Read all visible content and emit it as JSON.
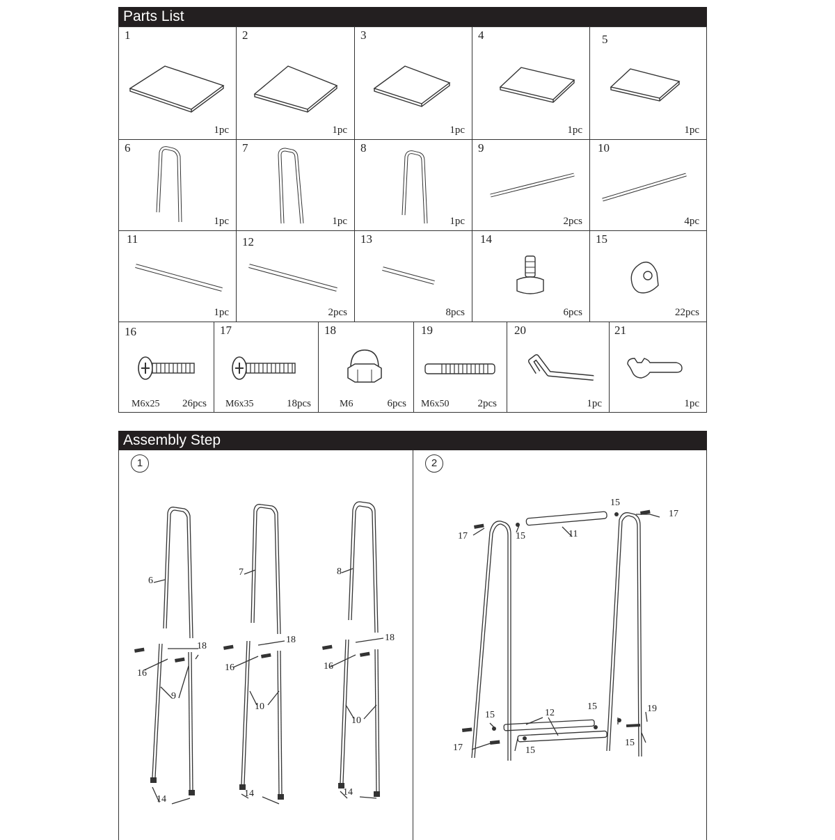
{
  "parts_header": "Parts List",
  "assembly_header": "Assembly Step",
  "parts": [
    {
      "num": "1",
      "qty": "1pc"
    },
    {
      "num": "2",
      "qty": "1pc"
    },
    {
      "num": "3",
      "qty": "1pc"
    },
    {
      "num": "4",
      "qty": "1pc"
    },
    {
      "num": "5",
      "qty": "1pc"
    },
    {
      "num": "6",
      "qty": "1pc"
    },
    {
      "num": "7",
      "qty": "1pc"
    },
    {
      "num": "8",
      "qty": "1pc"
    },
    {
      "num": "9",
      "qty": "2pcs"
    },
    {
      "num": "10",
      "qty": "4pc"
    },
    {
      "num": "11",
      "qty": "1pc"
    },
    {
      "num": "12",
      "qty": "2pcs"
    },
    {
      "num": "13",
      "qty": "8pcs"
    },
    {
      "num": "14",
      "qty": "6pcs"
    },
    {
      "num": "15",
      "qty": "22pcs"
    },
    {
      "num": "16",
      "spec": "M6x25",
      "qty": "26pcs"
    },
    {
      "num": "17",
      "spec": "M6x35",
      "qty": "18pcs"
    },
    {
      "num": "18",
      "spec": "M6",
      "qty": "6pcs"
    },
    {
      "num": "19",
      "spec": "M6x50",
      "qty": "2pcs"
    },
    {
      "num": "20",
      "qty": "1pc"
    },
    {
      "num": "21",
      "qty": "1pc"
    }
  ],
  "steps": [
    {
      "num": "1",
      "callouts": [
        "6",
        "7",
        "8",
        "18",
        "18",
        "18",
        "16",
        "16",
        "16",
        "9",
        "10",
        "10",
        "14",
        "14",
        "14"
      ]
    },
    {
      "num": "2",
      "callouts": [
        "15",
        "17",
        "17",
        "15",
        "11",
        "15",
        "12",
        "15",
        "19",
        "17",
        "15",
        "15"
      ]
    }
  ]
}
